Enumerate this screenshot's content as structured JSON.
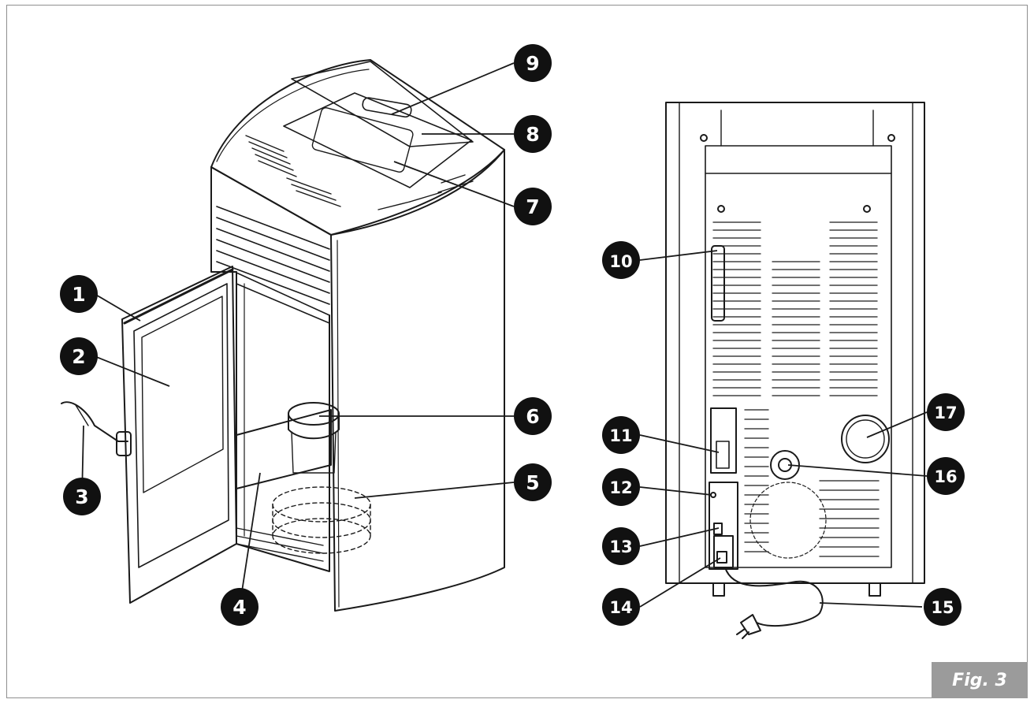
{
  "figure": {
    "caption": "Fig. 3",
    "caption_bg": "#9b9b9b",
    "callout_color": "#111111",
    "line_color": "#1a1a1a"
  },
  "callouts": [
    "1",
    "2",
    "3",
    "4",
    "5",
    "6",
    "7",
    "8",
    "9",
    "10",
    "11",
    "12",
    "13",
    "14",
    "15",
    "16",
    "17"
  ]
}
